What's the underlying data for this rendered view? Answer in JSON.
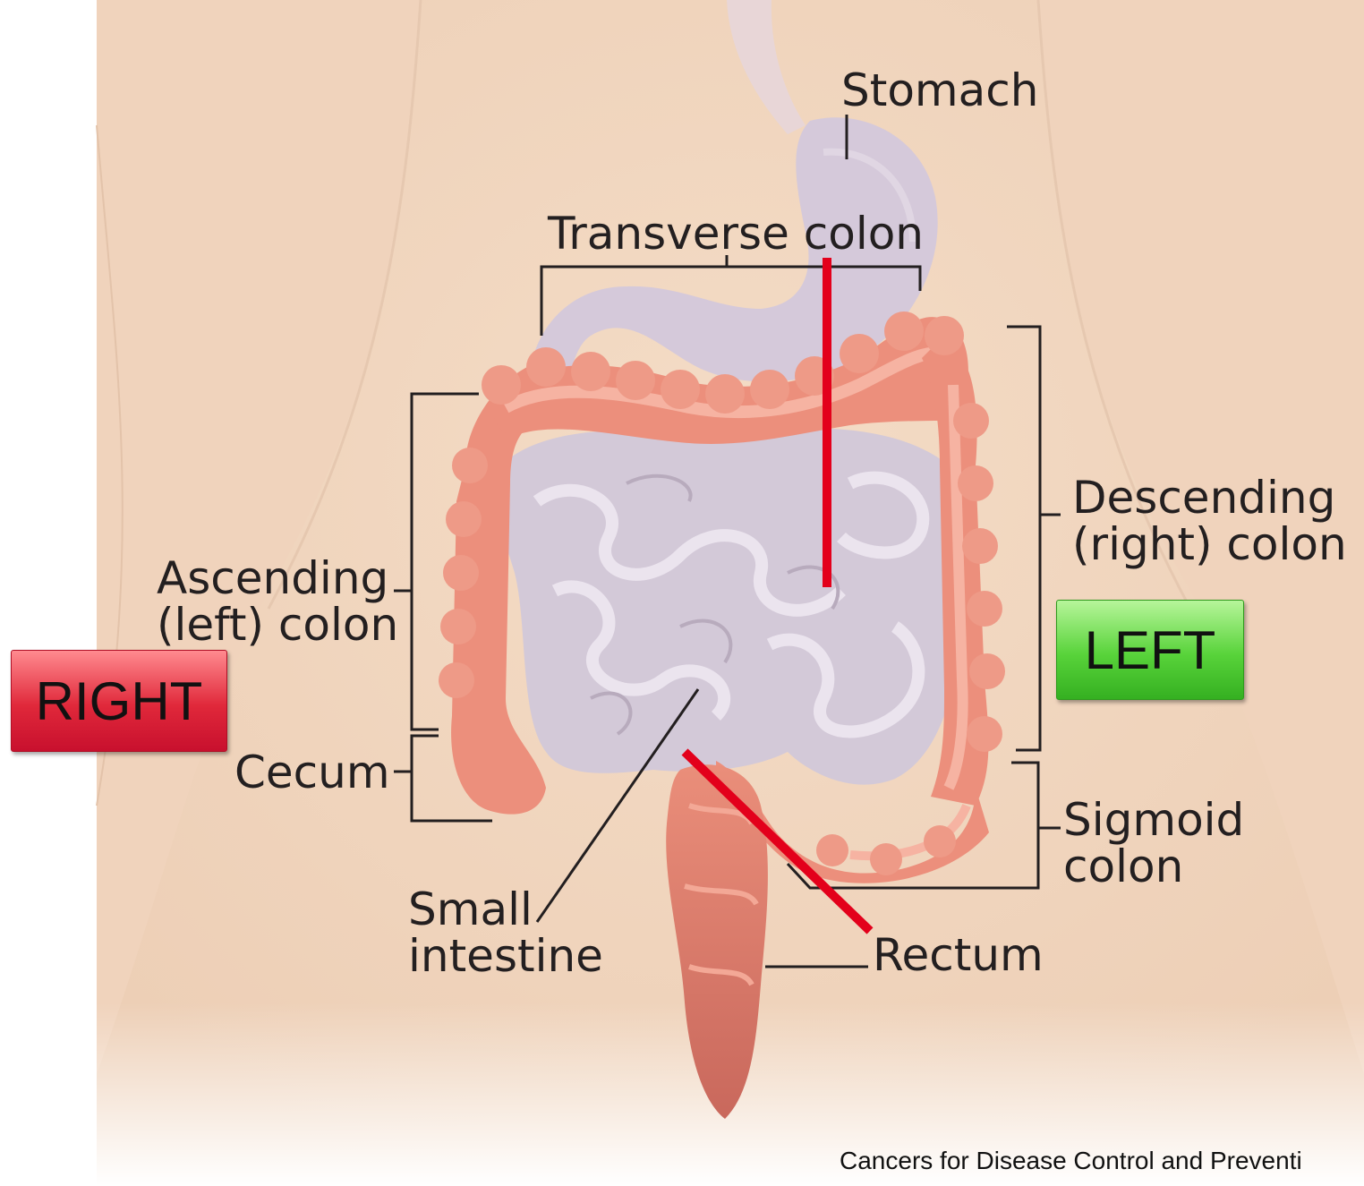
{
  "labels": {
    "stomach": "Stomach",
    "transverse_colon": "Transverse colon",
    "descending_colon_line1": "Descending",
    "descending_colon_line2": "(right) colon",
    "ascending_colon_line1": "Ascending",
    "ascending_colon_line2": "(left) colon",
    "cecum": "Cecum",
    "sigmoid_colon_line1": "Sigmoid",
    "sigmoid_colon_line2": "colon",
    "small_intestine_line1": "Small",
    "small_intestine_line2": "intestine",
    "rectum": "Rectum"
  },
  "tags": {
    "right": "RIGHT",
    "left": "LEFT"
  },
  "credit": "Cancers for Disease Control and Preventi",
  "colors": {
    "skin": "#f2d7c0",
    "background": "#ffffff",
    "colon": "#ec8f7c",
    "colon_light": "#f6b3a2",
    "small_intestine": "#d3c9d8",
    "stomach": "#d5c9da",
    "divider_line": "#e3001b",
    "right_tag": "#e0283a",
    "left_tag": "#58d33a"
  }
}
